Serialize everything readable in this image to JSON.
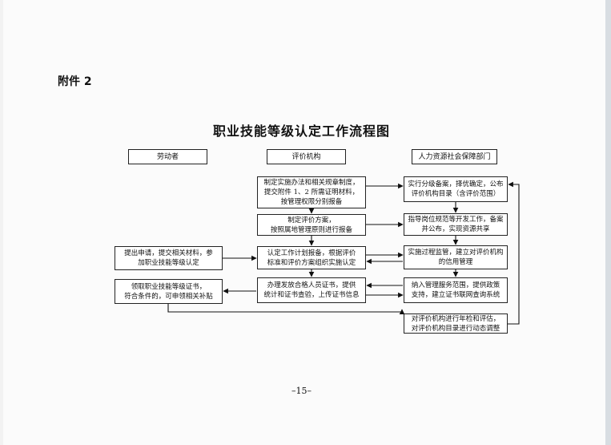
{
  "attachment_label": "附件 2",
  "title": "职业技能等级认定工作流程图",
  "columns": {
    "worker": "劳动者",
    "evaluator": "评价机构",
    "hr_department": "人力资源社会保障部门"
  },
  "evaluator_steps": [
    "制定实施办法和相关规章制度，\n提交附件 1、2 所需证明材料，\n按管理权限分别报备",
    "制定评价方案，\n按照属地管理原则进行报备",
    "认定工作计划报备，根据评价\n标准和评价方案组织实施认定",
    "办理发放合格人员证书，提供\n统计和证书查验，上传证书信息"
  ],
  "hr_steps": [
    "实行分级备案，择优确定，公布\n评价机构目录（含评价范围）",
    "指导岗位规范等开发工作，备案\n并公布，实现资源共享",
    "实施过程监管，建立对评价机构\n的信用管理",
    "纳入管理服务范围，提供政策\n支持，建立证书联网查询系统",
    "对评价机构进行年检和评估，\n对评价机构目录进行动态调整"
  ],
  "worker_steps": [
    "提出申请，提交相关材料，参\n加职业技能等级认定",
    "领取职业技能等级证书，\n符合条件的，可申领相关补贴"
  ],
  "page_number": "–15–"
}
